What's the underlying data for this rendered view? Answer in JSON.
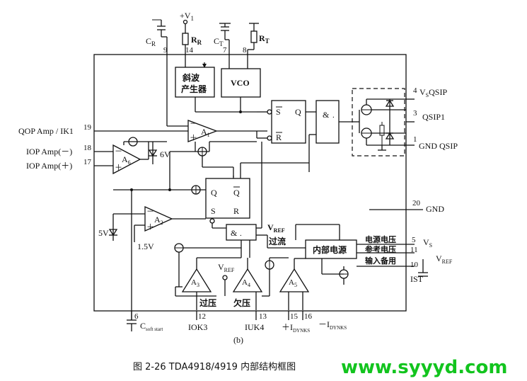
{
  "pins": {
    "p1": "1",
    "p3": "3",
    "p4": "4",
    "p5": "5",
    "p6": "6",
    "p7": "7",
    "p8": "8",
    "p9": "9",
    "p10": "10",
    "p11": "11",
    "p12": "12",
    "p13": "13",
    "p14": "14",
    "p15": "15",
    "p16": "16",
    "p17": "17",
    "p18": "18",
    "p19": "19",
    "p20": "20"
  },
  "labels": {
    "v1": "+V",
    "v1_sub": "1",
    "cr": "C",
    "cr_sub": "R",
    "rr": "R",
    "rr_sub": "R",
    "ct": "C",
    "ct_sub": "T",
    "rt": "R",
    "rt_sub": "T",
    "ramp_gen_1": "斜波",
    "ramp_gen_2": "产生器",
    "vco": "VCO",
    "and1": "&",
    "and2": "&",
    "s_bar": "S",
    "r_bar": "R",
    "q1": "Q",
    "q2": "Q",
    "q2_bar": "Q",
    "s2": "S",
    "r2": "R",
    "a1": "A",
    "a1_sub": "1",
    "a2": "A",
    "a2_sub": "2",
    "a3": "A",
    "a3_sub": "3",
    "a4": "A",
    "a4_sub": "4",
    "a5": "A",
    "a5_sub": "5",
    "a6": "A",
    "a6_sub": "6",
    "qop": "QOP Amp / IK1",
    "iop_minus": "IOP Amp(－)",
    "iop_plus": "IOP Amp(＋)",
    "six_v": "6V",
    "five_v": "5V",
    "one_five_v": "1.5V",
    "vs_qsip": "V",
    "vs_qsip_sub": "S",
    "vs_qsip_rest": "QSIP",
    "qsip1": "QSIP1",
    "gnd_qsip": "GND QSIP",
    "gnd": "GND",
    "vref_top": "V",
    "vref_top_sub": "REF",
    "overcurrent": "过流",
    "internal_ps": "内部电源",
    "ps_voltage": "电源电压",
    "ref_voltage": "参考电压",
    "input_standby": "输入备用",
    "vs_right": "V",
    "vs_right_sub": "S",
    "vref_right": "V",
    "vref_right_sub": "REF",
    "ist": "IST",
    "vref_mid": "V",
    "vref_mid_sub": "REF",
    "overvoltage": "过压",
    "undervoltage": "欠压",
    "c_soft": "C",
    "c_soft_sub": "soft start",
    "iok3": "IOK3",
    "iuk4": "IUK4",
    "idynks_plus": "＋I",
    "idynks_plus_sub": "DYNKS",
    "idynks_minus": "－I",
    "idynks_minus_sub": "DYNKS",
    "minus": "－",
    "plus": "＋",
    "sub_b": "(b)"
  },
  "caption": "图 2-26   TDA4918/4919 内部结构框图",
  "watermark": "www.syyyd.com"
}
